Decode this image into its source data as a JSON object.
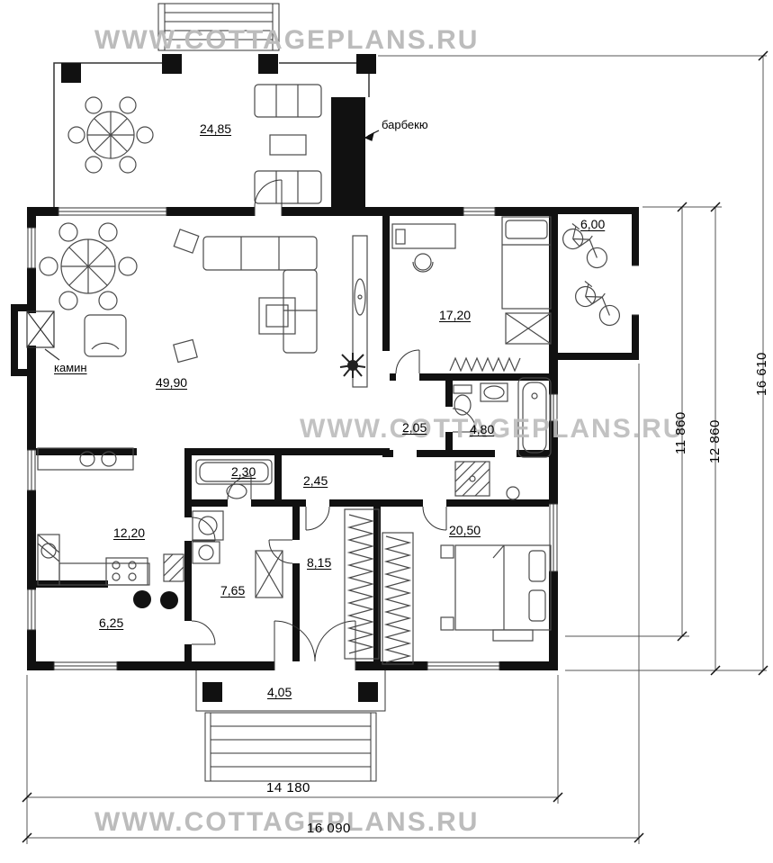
{
  "watermark": {
    "text": "WWW.COTTAGEPLANS.RU"
  },
  "annotations": {
    "barbecue": "барбекю",
    "fireplace": "камин"
  },
  "rooms": {
    "terrace": "24,85",
    "living_room": "49,90",
    "bedroom_top": "17,20",
    "side_room": "6,00",
    "hallway": "2,05",
    "bathroom": "4,80",
    "bathroom_small": "2,30",
    "hall": "2,45",
    "kitchen": "12,20",
    "corridor": "8,15",
    "utility_room": "7,65",
    "pantry": "6,25",
    "bedroom_main": "20,50",
    "porch": "4,05"
  },
  "dimensions": {
    "width_inner": "14 180",
    "width_total": "16 090",
    "height_total": "16 610",
    "height_middle": "12 860",
    "height_inner": "11 860"
  },
  "colors": {
    "walls": "#111111",
    "watermark": "#bcbcbc",
    "furniture_outline": "#4a4a4a"
  }
}
